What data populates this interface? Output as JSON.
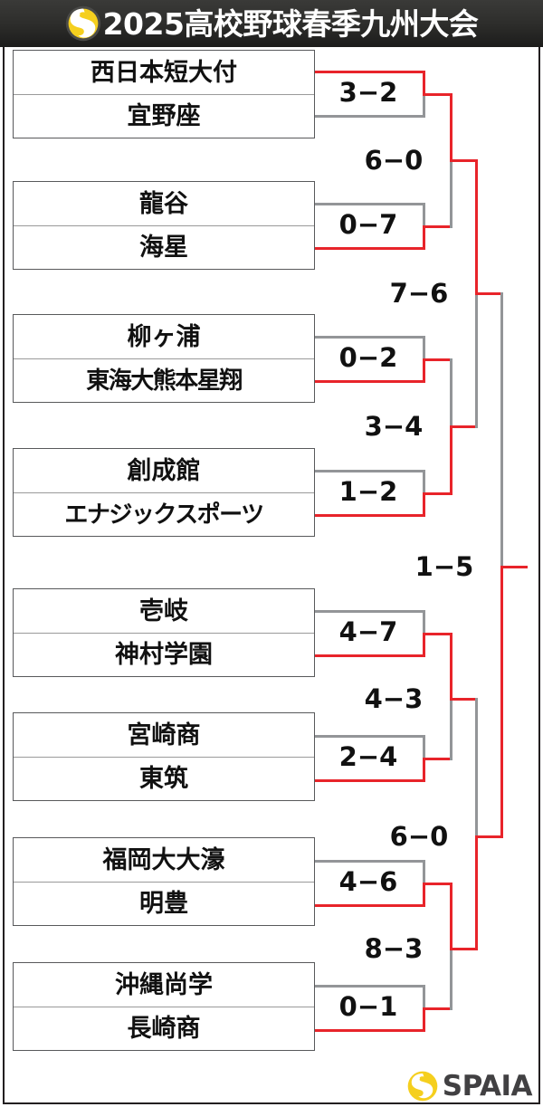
{
  "header": {
    "title": "2025高校野球春季九州大会",
    "logo_icon": "spaia-swirl-icon",
    "bg_dark": "#2e2e2c",
    "logo_gold": "#f5cf1e"
  },
  "colors": {
    "winner_line": "#e8242a",
    "loser_line": "#939598",
    "box_border": "#58595b",
    "text": "#111111"
  },
  "bracket": {
    "type": "single-elimination",
    "rounds": 4,
    "teams": [
      {
        "name": "西日本短大付",
        "slot": 1
      },
      {
        "name": "宜野座",
        "slot": 2
      },
      {
        "name": "龍谷",
        "slot": 3
      },
      {
        "name": "海星",
        "slot": 4
      },
      {
        "name": "柳ヶ浦",
        "slot": 5
      },
      {
        "name": "東海大熊本星翔",
        "slot": 6
      },
      {
        "name": "創成館",
        "slot": 7
      },
      {
        "name": "エナジックスポーツ",
        "slot": 8
      },
      {
        "name": "壱岐",
        "slot": 9
      },
      {
        "name": "神村学園",
        "slot": 10
      },
      {
        "name": "宮崎商",
        "slot": 11
      },
      {
        "name": "東筑",
        "slot": 12
      },
      {
        "name": "福岡大大濠",
        "slot": 13
      },
      {
        "name": "明豊",
        "slot": 14
      },
      {
        "name": "沖縄尚学",
        "slot": 15
      },
      {
        "name": "長崎商",
        "slot": 16
      }
    ],
    "matches": {
      "round1": [
        {
          "id": "r1m1",
          "score": "3−2",
          "winner": "top",
          "teams": [
            "西日本短大付",
            "宜野座"
          ]
        },
        {
          "id": "r1m2",
          "score": "0−7",
          "winner": "bottom",
          "teams": [
            "龍谷",
            "海星"
          ]
        },
        {
          "id": "r1m3",
          "score": "0−2",
          "winner": "bottom",
          "teams": [
            "柳ヶ浦",
            "東海大熊本星翔"
          ]
        },
        {
          "id": "r1m4",
          "score": "1−2",
          "winner": "bottom",
          "teams": [
            "創成館",
            "エナジックスポーツ"
          ]
        },
        {
          "id": "r1m5",
          "score": "4−7",
          "winner": "bottom",
          "teams": [
            "壱岐",
            "神村学園"
          ]
        },
        {
          "id": "r1m6",
          "score": "2−4",
          "winner": "bottom",
          "teams": [
            "宮崎商",
            "東筑"
          ]
        },
        {
          "id": "r1m7",
          "score": "4−6",
          "winner": "bottom",
          "teams": [
            "福岡大大濠",
            "明豊"
          ]
        },
        {
          "id": "r1m8",
          "score": "0−1",
          "winner": "bottom",
          "teams": [
            "沖縄尚学",
            "長崎商"
          ]
        }
      ],
      "round2": [
        {
          "id": "r2m1",
          "score": "6−0",
          "winner": "top"
        },
        {
          "id": "r2m2",
          "score": "3−4",
          "winner": "bottom"
        },
        {
          "id": "r2m3",
          "score": "4−3",
          "winner": "top"
        },
        {
          "id": "r2m4",
          "score": "8−3",
          "winner": "top"
        }
      ],
      "round3": [
        {
          "id": "r3m1",
          "score": "7−6",
          "winner": "top"
        },
        {
          "id": "r3m2",
          "score": "6−0",
          "winner": "bottom"
        }
      ],
      "round4": [
        {
          "id": "r4m1",
          "score": "1−5",
          "winner": "bottom"
        }
      ]
    }
  },
  "footer": {
    "brand": "SPAIA",
    "logo_icon": "spaia-swirl-icon"
  }
}
